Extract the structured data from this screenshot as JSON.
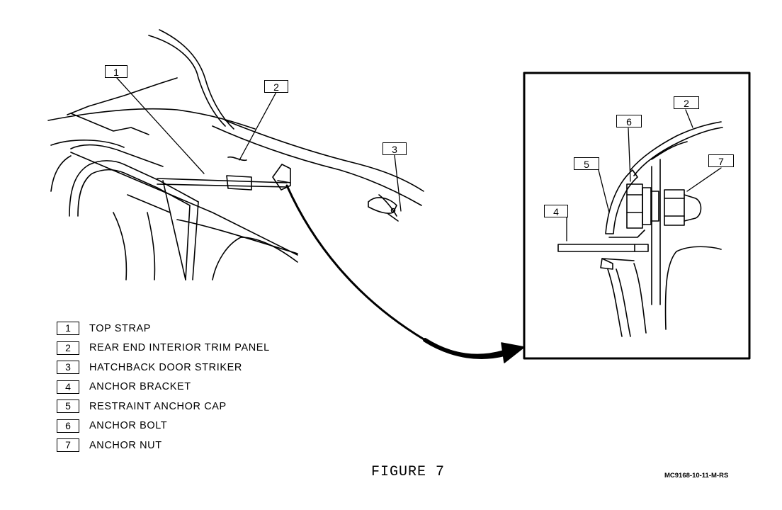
{
  "figure": {
    "caption": "FIGURE 7",
    "code": "MC9168-10-11-M-RS"
  },
  "callouts": {
    "overview": [
      "1",
      "2",
      "3"
    ],
    "detail": [
      "2",
      "6",
      "5",
      "7",
      "4"
    ]
  },
  "legend": [
    {
      "number": "1",
      "label": "TOP STRAP"
    },
    {
      "number": "2",
      "label": "REAR END INTERIOR TRIM PANEL"
    },
    {
      "number": "3",
      "label": "HATCHBACK DOOR STRIKER"
    },
    {
      "number": "4",
      "label": "ANCHOR BRACKET"
    },
    {
      "number": "5",
      "label": "RESTRAINT ANCHOR CAP"
    },
    {
      "number": "6",
      "label": "ANCHOR BOLT"
    },
    {
      "number": "7",
      "label": "ANCHOR NUT"
    }
  ]
}
